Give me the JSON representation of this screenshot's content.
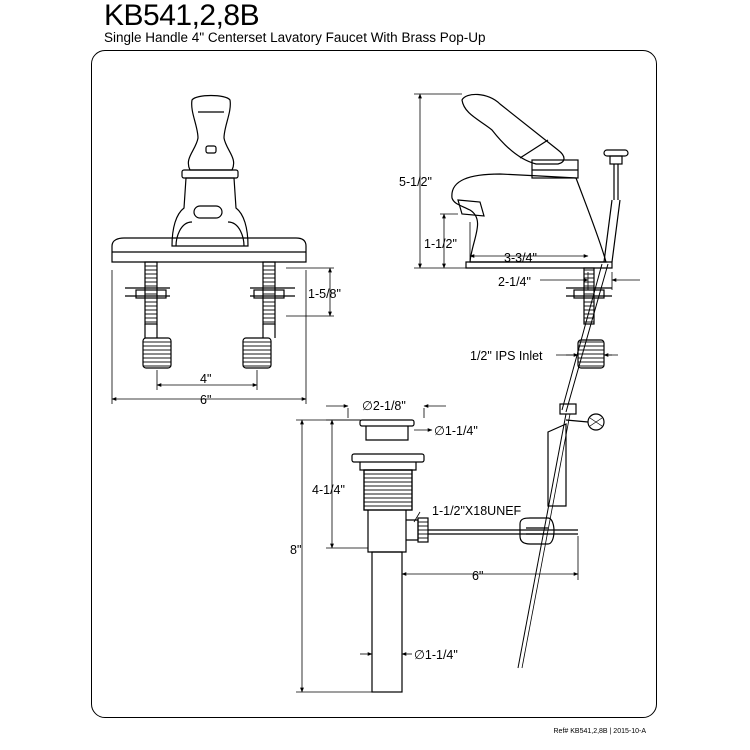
{
  "header": {
    "model": "KB541,2,8B",
    "description": "Single Handle 4\" Centerset Lavatory Faucet With Brass Pop-Up"
  },
  "footer": {
    "reference": "Ref# KB541,2,8B | 2015-10-A"
  },
  "dimensions": {
    "front_riser": "1-5/8\"",
    "front_center": "4\"",
    "front_width": "6\"",
    "side_height": "5-1/2\"",
    "spout_height": "1-1/2\"",
    "spout_reach": "3-3/4\"",
    "base_offset": "2-1/4\"",
    "inlet": "1/2\" IPS Inlet",
    "drain_flange": "∅2-1/8\"",
    "drain_top": "∅1-1/4\"",
    "drain_body": "4-1/4\"",
    "drain_thread": "1-1/2\"X18UNEF",
    "drain_total": "8\"",
    "lift_rod": "6\"",
    "tailpiece": "∅1-1/4\""
  },
  "colors": {
    "line": "#000000",
    "background": "#ffffff"
  }
}
